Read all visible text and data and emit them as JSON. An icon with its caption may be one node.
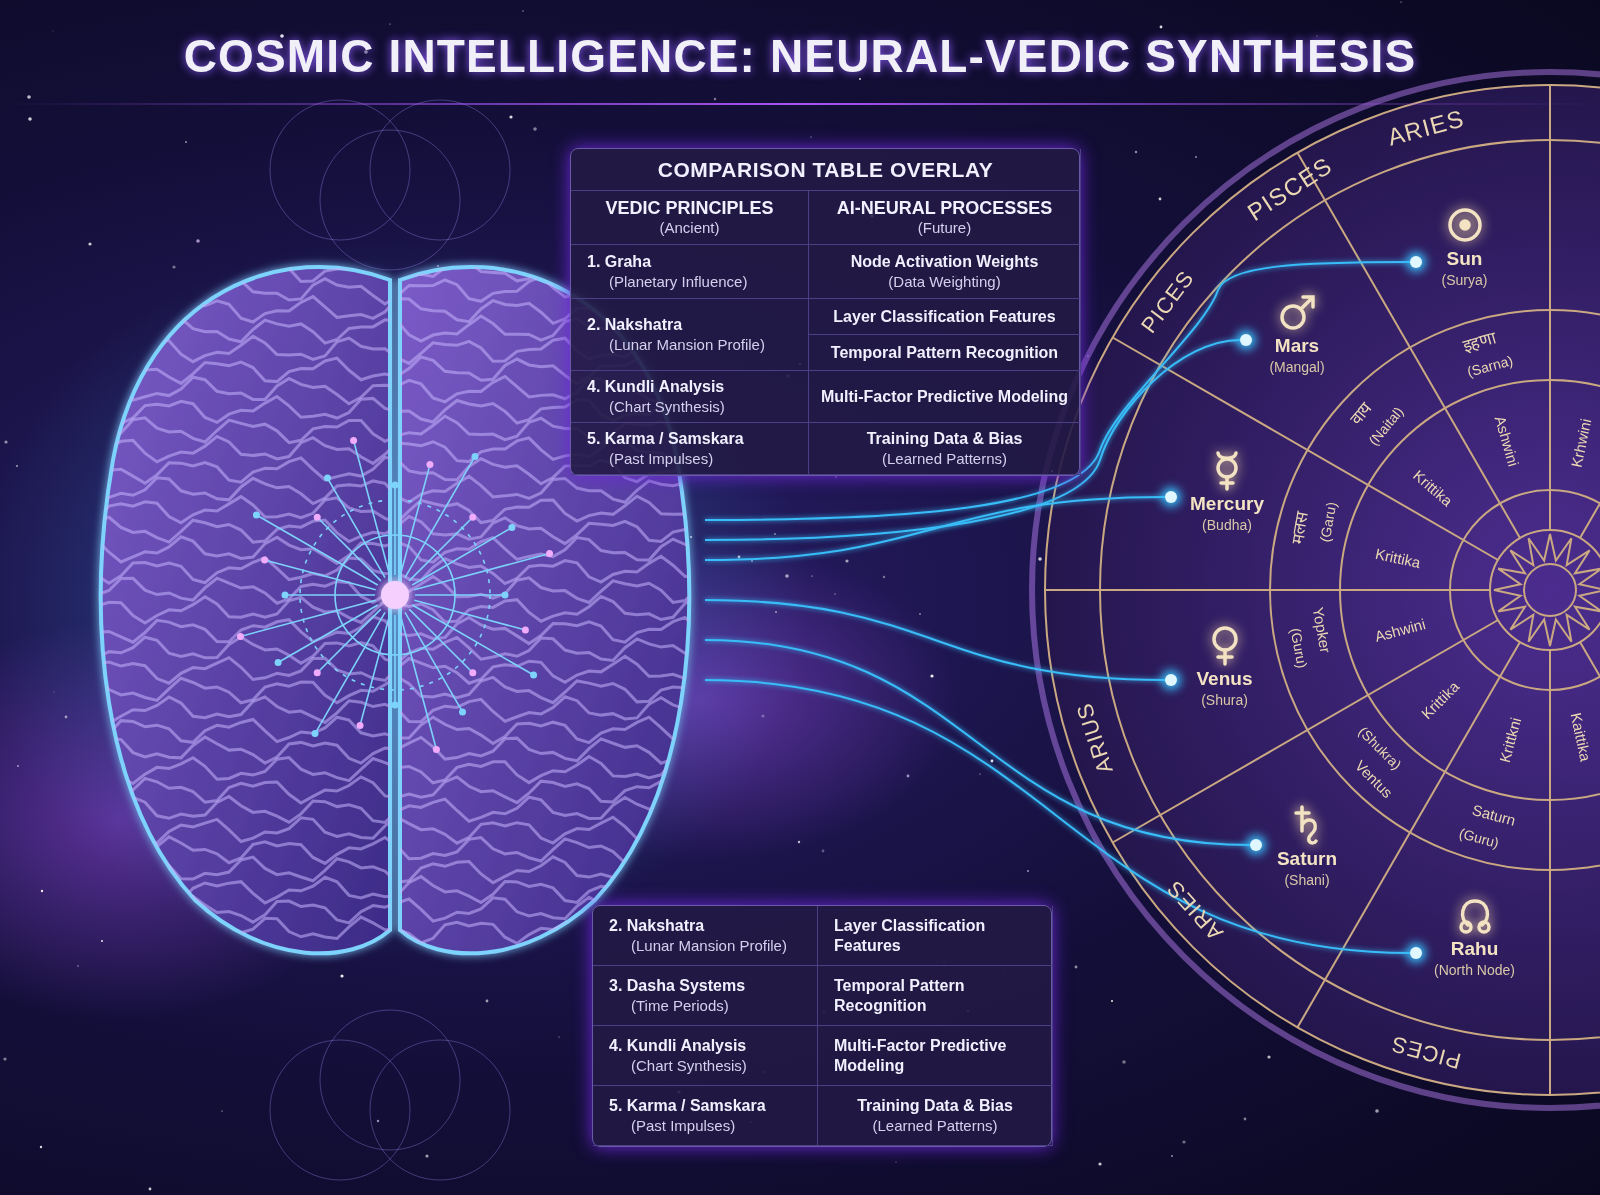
{
  "diagram": {
    "title": "COSMIC INTELLIGENCE: NEURAL-VEDIC SYNTHESIS",
    "nodes": [
      {
        "text": [],
        "shape": "picture"
      },
      {
        "text": [
          "Sun",
          "(Surya)"
        ]
      },
      {
        "text": [
          "Mars",
          "(Mangal)"
        ]
      },
      {
        "text": [
          "Mercury",
          "(Budha)"
        ]
      },
      {
        "text": [
          "Venus",
          "(Shura)"
        ]
      },
      {
        "text": [
          "Saturn",
          "(Shani)"
        ]
      },
      {
        "text": [
          "Rahu",
          "(North Node)"
        ]
      }
    ],
    "edges": [
      {
        "from": 0,
        "to": 1,
        "arrow": "none"
      },
      {
        "from": 0,
        "to": 2,
        "arrow": "none"
      },
      {
        "from": 0,
        "to": 3,
        "arrow": "none"
      },
      {
        "from": 0,
        "to": 4,
        "arrow": "none"
      },
      {
        "from": 0,
        "to": 5,
        "arrow": "none"
      },
      {
        "from": 0,
        "to": 6,
        "arrow": "none"
      }
    ],
    "labels": [
      "COMPARISON TABLE OVERLAY",
      "VEDIC PRINCIPLES",
      "(Ancient)",
      "AI-NEURAL PROCESSES",
      "(Future)",
      "1. Graha",
      "(Planetary Influence)",
      "Node Activation Weights",
      "(Data Weighting)",
      "2. Nakshatra",
      "(Lunar Mansion Profile)",
      "Layer Classification Features",
      "Temporal Pattern Recognition",
      "4. Kundli Analysis",
      "(Chart Synthesis)",
      "Multi-Factor Predictive Modeling",
      "5. Karma / Samskara",
      "(Past Impulses)",
      "Training Data & Bias",
      "(Learned Patterns)",
      "2. Nakshatra",
      "(Lunar Mansion Profile)",
      "Layer Classification Features",
      "3. Dasha Systems",
      "(Time Periods)",
      "Temporal Pattern Recognition",
      "4. Kundli Analysis",
      "(Chart Synthesis)",
      "Multi-Factor Predictive Modeling",
      "5. Karma / Samskara",
      "(Past Impulses)",
      "Training Data & Bias",
      "(Learned Patterns)",
      "ARIES",
      "PISCES",
      "PICES",
      "ARIUS",
      "ARIES",
      "PICES",
      "इहणा",
      "(Sarna)",
      "वाय",
      "(Naital)",
      "मलस",
      "(Garu)",
      "Yopker",
      "(Guru)",
      "Ventus",
      "(Shukra)",
      "Saturn",
      "(Guru)",
      "Ashwini",
      "Krittika",
      "Krittika",
      "Ashwini",
      "Krittika",
      "Krittkni",
      "Krhwini",
      "Kaittika"
    ]
  }
}
